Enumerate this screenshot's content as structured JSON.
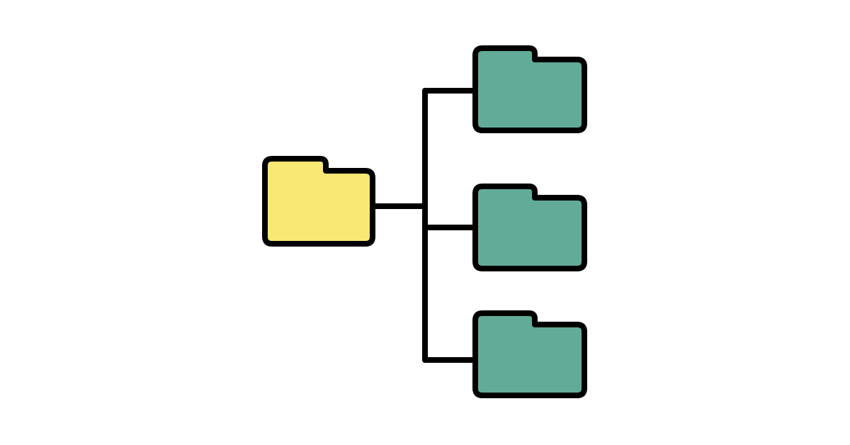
{
  "diagram": {
    "type": "folder-hierarchy",
    "colors": {
      "background": "#ffffff",
      "stroke": "#000000",
      "root_folder": "#f9e873",
      "child_folder": "#62ab98"
    },
    "nodes": [
      {
        "id": "root",
        "kind": "folder-icon",
        "role": "parent",
        "color": "root_folder"
      },
      {
        "id": "child-1",
        "kind": "folder-icon",
        "role": "child",
        "color": "child_folder"
      },
      {
        "id": "child-2",
        "kind": "folder-icon",
        "role": "child",
        "color": "child_folder"
      },
      {
        "id": "child-3",
        "kind": "folder-icon",
        "role": "child",
        "color": "child_folder"
      }
    ],
    "edges": [
      {
        "from": "root",
        "to": "child-1"
      },
      {
        "from": "root",
        "to": "child-2"
      },
      {
        "from": "root",
        "to": "child-3"
      }
    ]
  }
}
